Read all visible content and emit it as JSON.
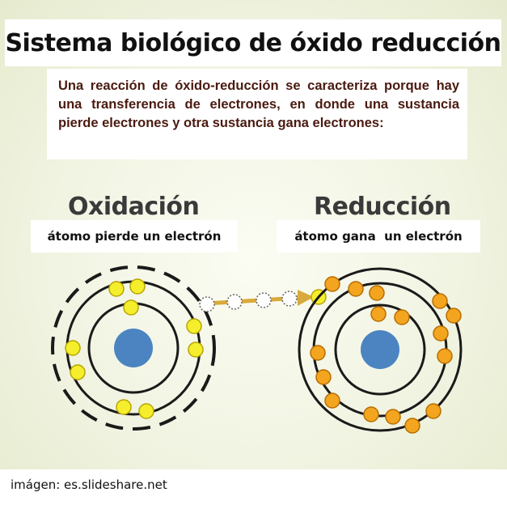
{
  "title": "Sistema biológico de óxido reducción",
  "description": "Una reacción de óxido-reducción se caracteriza porque hay una transferencia de electrones, en donde una sustancia pierde electrones y otra sustancia gana electrones:",
  "oxidation": {
    "heading": "Oxidación",
    "label": "átomo pierde un electrón"
  },
  "reduction": {
    "heading": "Reducción",
    "label": "átomo gana  un electrón"
  },
  "credit": "imágen: es.slideshare.net",
  "colors": {
    "nucleus": "#4b84c1",
    "oxidation_electron": "#f5ee2c",
    "reduction_electron": "#f3a51f",
    "transfer_arrow": "#d9a93b"
  }
}
